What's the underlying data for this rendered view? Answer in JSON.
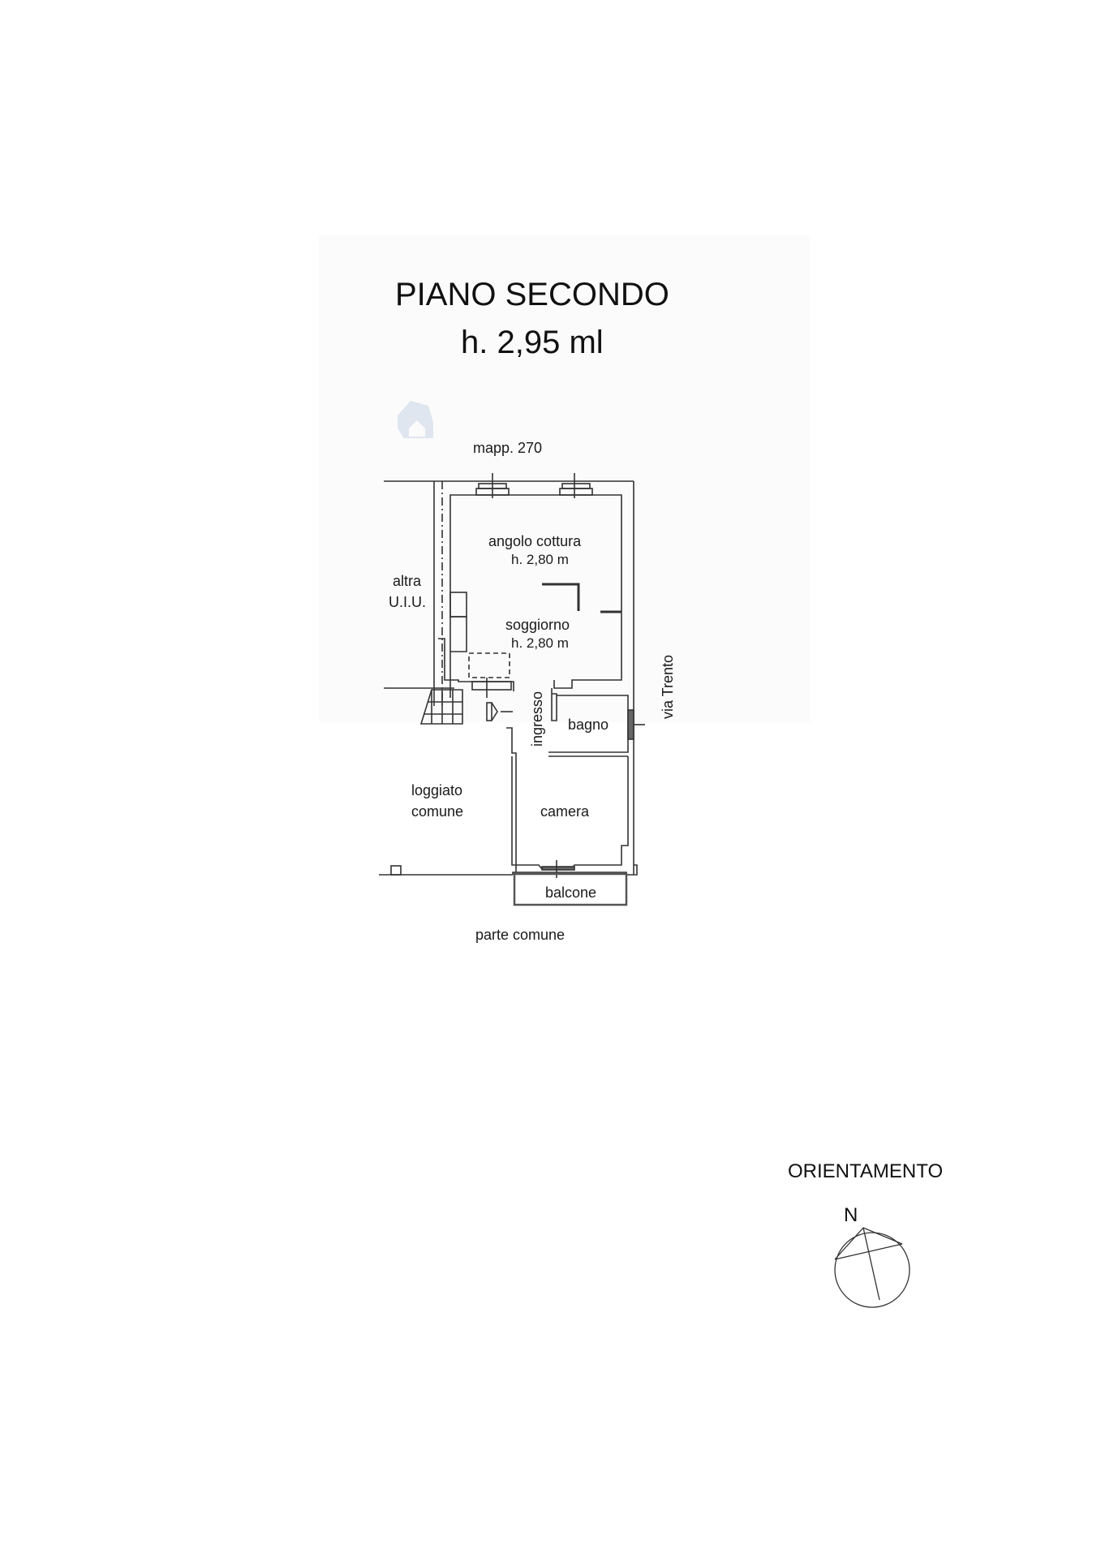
{
  "title": "PIANO SECONDO",
  "subtitle": "h. 2,95 ml",
  "labels": {
    "mapp": "mapp. 270",
    "altra_1": "altra",
    "altra_2": "U.I.U.",
    "angolo_cottura": "angolo cottura",
    "angolo_cottura_h": "h. 2,80 m",
    "soggiorno": "soggiorno",
    "soggiorno_h": "h. 2,80 m",
    "ingresso": "ingresso",
    "bagno": "bagno",
    "via": "via Trento",
    "loggiato_1": "loggiato",
    "loggiato_2": "comune",
    "camera": "camera",
    "balcone": "balcone",
    "parte_comune": "parte comune"
  },
  "compass": {
    "title": "ORIENTAMENTO",
    "north": "N"
  },
  "colors": {
    "line": "#333333",
    "watermark": "#dfe6ef"
  }
}
